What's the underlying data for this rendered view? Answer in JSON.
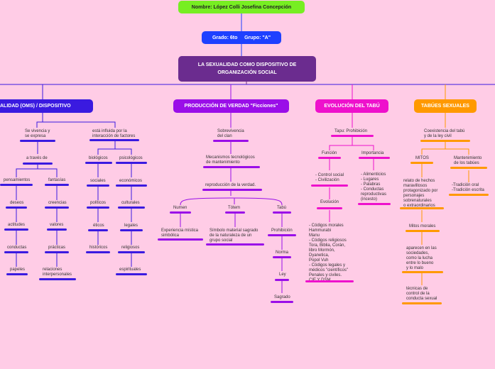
{
  "colors": {
    "background": "#ffcce6",
    "green": "#77ee22",
    "blue": "#1e40ff",
    "purple": "#6b2c8f",
    "violet": "#9a0ee8",
    "magenta": "#ee11cc",
    "orange": "#ff9900",
    "indigo": "#3a1ae0"
  },
  "header": {
    "name": "Nombre: López Colli Josefina Concepción",
    "grade": "Grado: 6to     Grupo: \"A\"",
    "title": "LA SEXUALIDAD COMO DISPOSITIVO DE ORGANIZACIÓN SOCIAL"
  },
  "branch1": {
    "title": "ALIDAD (OMS) / DISPOSITIVO",
    "se_vivencia": "Se vivencia y\nse expresa",
    "a_traves": "a través de",
    "pensamientos": "pensamientos",
    "fantasias": "fantasías",
    "deseos": "deseos",
    "creencias": "creencias",
    "actitudes": "actitudes",
    "valores": "valores",
    "conductas": "conductas",
    "practicas": "prácticas",
    "papeles": "papeles",
    "relaciones": "relaciones\ninterpersonales",
    "influida": "está influida por la\ninteracción de factores",
    "biologicos": "biológicos",
    "psicologicos": "psicológicos",
    "sociales": "sociales",
    "economicos": "económicos",
    "politicos": "políticos",
    "culturales": "culturales",
    "eticos": "éticos",
    "legales": "legales",
    "historicos": "históricos",
    "religiosos": "religiosos",
    "espirituales": "espirituales"
  },
  "branch2": {
    "title": "PRODUCCIÓN DE VERDAD \"Ficciones\"",
    "sobrevivencia": "Sobrevivencia\ndel clan",
    "mecanismos": "Mecanismos tecnológicos\nde mantenimiento",
    "reproduccion": "reproducción de la verdad.",
    "numen": "Numen",
    "totem": "Tótem",
    "tabu": "Tabú",
    "experiencia": "Experiencia mística\nsimbólica",
    "simbolo": "Símbolo material sagrado\nde la naturaleza de un\ngrupo social",
    "prohibicion": "Prohibición",
    "norma": "Norma",
    "ley": "Ley",
    "sagrado": "Sagrado"
  },
  "branch3": {
    "title": "EVOLUCIÓN DEL TABÚ",
    "tapu": "Tapu: Prohibición",
    "funcion": "Función",
    "importancia": "Importancia",
    "funcion_items": "- Control social\n- Civilización",
    "importancia_items": "- Alimenticios\n- Lugares\n- Palabras\n- Conductas\nreproductivas\n(incesto)",
    "evolucion": "Evolución",
    "evolucion_items": "- Códigos morales\nHammurabi\nManu\n- Códigos religiosos\nTora, Biblia, Corán,\nlibro Mormón,\nDyanetica,\nPopol Vuh\n- Códigos legales y\nmédicos \"científicos\"\nPenales y civiles.\nCIE Y DSM"
  },
  "branch4": {
    "title": "TABÚES SEXUALES",
    "coexistencia": "Coexistencia del tabú\ny de la ley civil",
    "mitos": "MITOS",
    "mantenimiento": "Mantenimiento\nde los tabúes",
    "relato": "relato de hechos\nmaravillosos\nprotagonizado por\npersonajes\nsobrenaturales\no extraordinarios",
    "tradicion": "-Tradición oral\n-Tradición escrita",
    "mitos_morales": "Mitos morales",
    "aparecen": "aparecen en las\nsociedades,\ncomo la lucha\nentre lo bueno\ny lo malo",
    "tecnicas": "técnicas de\ncontrol de la\nconducta sexual"
  }
}
